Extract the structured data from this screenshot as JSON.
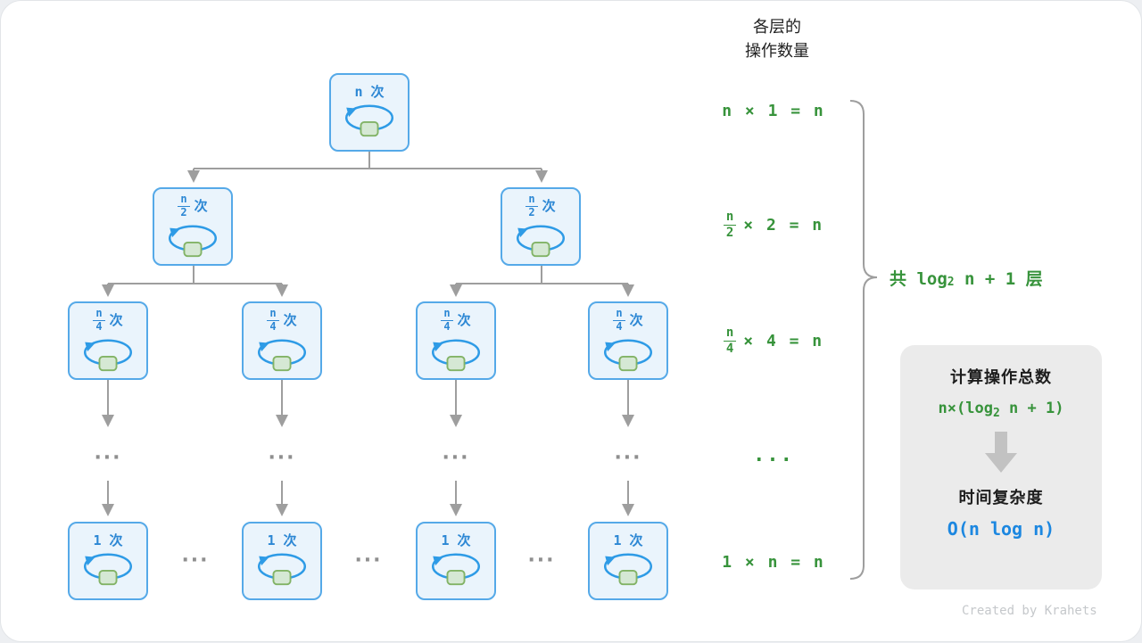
{
  "header": {
    "line1": "各层的",
    "line2": "操作数量"
  },
  "tree": {
    "root_label": "n 次",
    "half_num": "n",
    "half_den": "2",
    "half_suffix": "次",
    "quarter_num": "n",
    "quarter_den": "4",
    "quarter_suffix": "次",
    "leaf_label": "1 次",
    "ellipsis": "···"
  },
  "per_level_ops": {
    "row1": "n × 1 = n",
    "row2": {
      "num": "n",
      "den": "2",
      "rest": "× 2 = n"
    },
    "row3": {
      "num": "n",
      "den": "4",
      "rest": "× 4 = n"
    },
    "row4": "···",
    "row5": "1 × n = n"
  },
  "brace_label": {
    "prefix": "共 log",
    "sub": "2",
    "suffix": " n + 1 层"
  },
  "summary": {
    "title_ops": "计算操作总数",
    "formula_ops": {
      "prefix": "n×(log",
      "sub": "2",
      "suffix": " n + 1)"
    },
    "title_tc": "时间复杂度",
    "formula_tc": "O(n log n)"
  },
  "credit": "Created by Krahets",
  "colors": {
    "node_border": "#55A9E8",
    "node_fill": "#EAF4FC",
    "node_text": "#2C87D4",
    "loop_stroke": "#2E9BE6",
    "square_fill": "#D5E8D4",
    "square_stroke": "#82B366",
    "connector_gray": "#9E9E9E",
    "formula_green": "#37933B",
    "complexity_blue": "#1C87E0",
    "panel_bg": "#EBEBEB"
  }
}
